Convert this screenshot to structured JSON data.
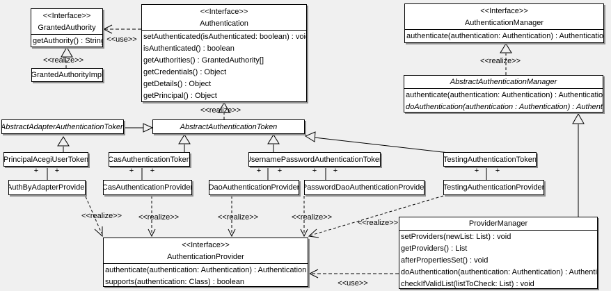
{
  "colors": {
    "background": "#f0f0f0",
    "box_fill": "#ffffff",
    "line": "#000000",
    "shadow": "#8f8f8f"
  },
  "labels": {
    "realize": "<<realize>>",
    "use": "<<use>>",
    "plus": "+"
  },
  "classes": {
    "granted_authority": {
      "stereotype": "<<Interface>>",
      "name": "GrantedAuthority",
      "methods": [
        "getAuthority() : String"
      ]
    },
    "granted_authority_impl": {
      "name": "GrantedAuthorityImpl"
    },
    "authentication": {
      "stereotype": "<<Interface>>",
      "name": "Authentication",
      "methods": [
        "setAuthenticated(isAuthenticated: boolean) : void",
        "isAuthenticated() : boolean",
        "getAuthorities() : GrantedAuthority[]",
        "getCredentials() : Object",
        "getDetails() : Object",
        "getPrincipal() : Object"
      ]
    },
    "authentication_manager": {
      "stereotype": "<<Interface>>",
      "name": "AuthenticationManager",
      "methods": [
        "authenticate(authentication: Authentication) : Authentication"
      ]
    },
    "abstract_authentication_manager": {
      "name": "AbstractAuthenticationManager",
      "methods": [
        "authenticate(authentication: Authentication) : Authentication",
        "doAuthentication(authentication : Authentication) : Authentication"
      ]
    },
    "abstract_adapter_authentication_token": {
      "name": "AbstractAdapterAuthenticationToken"
    },
    "abstract_authentication_token": {
      "name": "AbstractAuthenticationToken"
    },
    "principal_acegi_user_token": {
      "name": "PrincipalAcegiUserToken"
    },
    "cas_authentication_token": {
      "name": "CasAuthenticationToken"
    },
    "username_password_authentication_token": {
      "name": "UsernamePasswordAuthenticationToken"
    },
    "testing_authentication_token": {
      "name": "TestingAuthenticationToken"
    },
    "auth_by_adapter_provider": {
      "name": "AuthByAdapterProvider"
    },
    "cas_authentication_provider": {
      "name": "CasAuthenticationProvider"
    },
    "dao_authentication_provider": {
      "name": "DaoAuthenticationProvider"
    },
    "password_dao_authentication_provider": {
      "name": "PasswordDaoAuthenticationProvider"
    },
    "testing_authentication_provider": {
      "name": "TestingAuthenticationProvider"
    },
    "provider_manager": {
      "name": "ProviderManager",
      "methods": [
        "setProviders(newList: List) : void",
        "getProviders() : List",
        "afterPropertiesSet() : void",
        "doAuthentication(authentication: Authentication) : Authentication",
        "checkIfValidList(listToCheck: List) : void"
      ]
    },
    "authentication_provider": {
      "stereotype": "<<Interface>>",
      "name": "AuthenticationProvider",
      "methods": [
        "authenticate(authentication: Authentication) : Authentication",
        "supports(authentication: Class) : boolean"
      ]
    }
  }
}
